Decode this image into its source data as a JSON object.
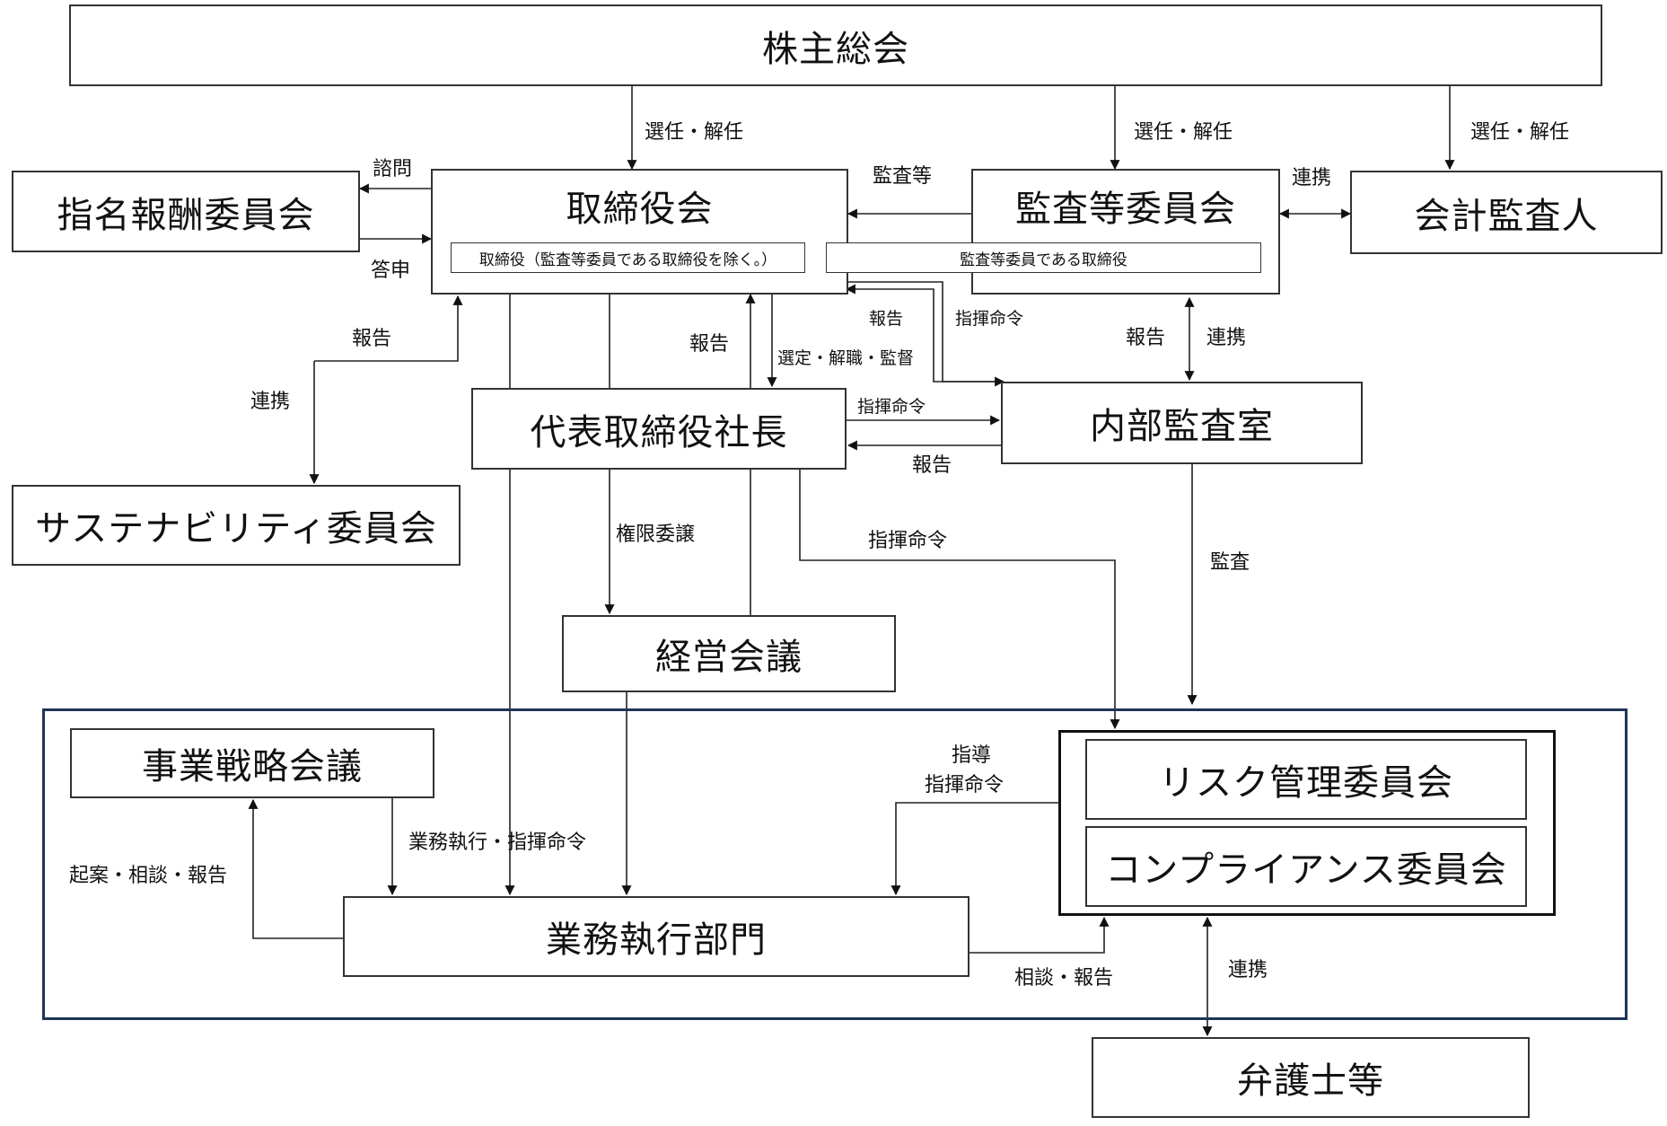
{
  "nodes": {
    "shareholders": "株主総会",
    "nomination": "指名報酬委員会",
    "board": "取締役会",
    "board_sub_directors": "取締役（監査等委員である取締役を除く。）",
    "board_sub_audit": "監査等委員である取締役",
    "audit_committee": "監査等委員会",
    "accounting_auditor": "会計監査人",
    "president": "代表取締役社長",
    "internal_audit": "内部監査室",
    "sustainability": "サステナビリティ委員会",
    "management_meeting": "経営会議",
    "business_strategy": "事業戦略会議",
    "execution_dept": "業務執行部門",
    "risk_committee": "リスク管理委員会",
    "compliance_committee": "コンプライアンス委員会",
    "lawyers": "弁護士等"
  },
  "labels": {
    "appoint_board": "選任・解任",
    "appoint_audit": "選任・解任",
    "appoint_accounting": "選任・解任",
    "consult": "諮問",
    "reply": "答申",
    "audit_etc": "監査等",
    "coop_accounting": "連携",
    "report_board_internal": "報告",
    "command_audit_internal": "指揮命令",
    "report_audit_internal": "報告",
    "coop_audit_internal": "連携",
    "report_president_board": "報告",
    "select_dismiss": "選定・解職・監督",
    "report_sustain": "報告",
    "coop_sustain": "連携",
    "command_president_internal": "指揮命令",
    "report_internal_president": "報告",
    "delegation": "権限委譲",
    "command_president_risk": "指揮命令",
    "audit": "監査",
    "guidance_line1": "指導",
    "guidance_line2": "指揮命令",
    "exec_command": "業務執行・指揮命令",
    "proposal": "起案・相談・報告",
    "consult_report": "相談・報告",
    "coop_lawyers": "連携"
  }
}
